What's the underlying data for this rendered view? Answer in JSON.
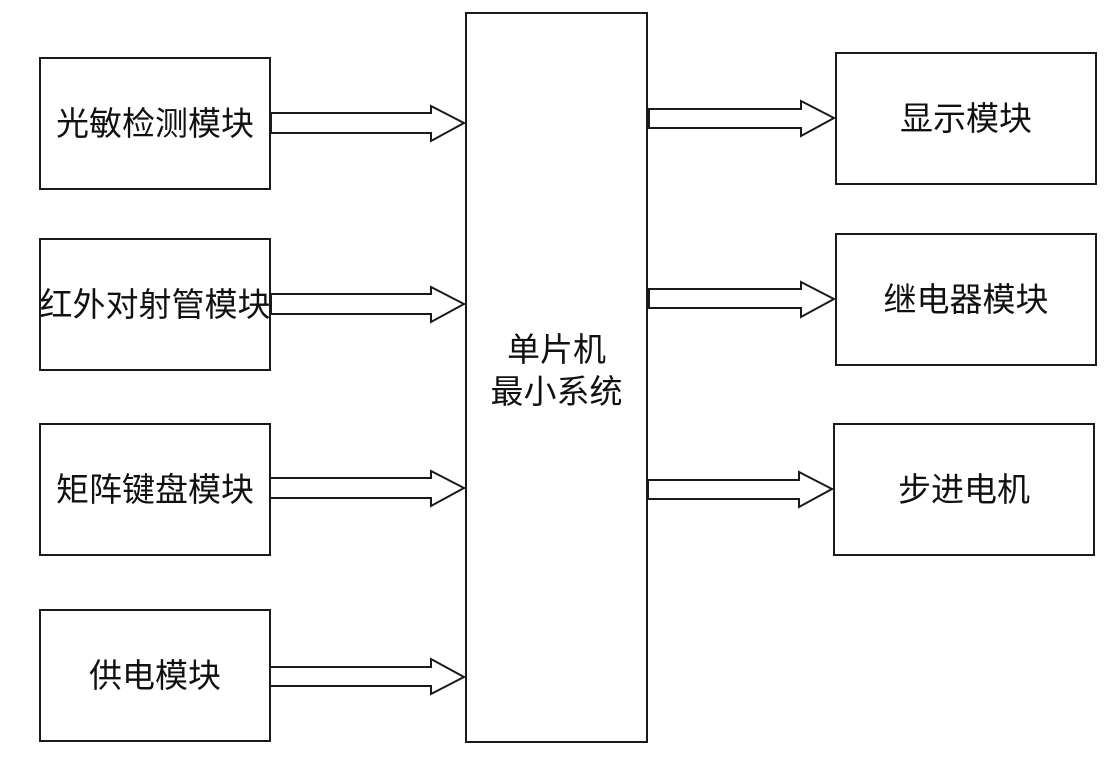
{
  "diagram": {
    "inputs": [
      {
        "label": "光敏检测模块"
      },
      {
        "label": "红外对射管模块"
      },
      {
        "label": "矩阵键盘模块"
      },
      {
        "label": "供电模块"
      }
    ],
    "center": {
      "line1": "单片机",
      "line2": "最小系统"
    },
    "outputs": [
      {
        "label": "显示模块"
      },
      {
        "label": "继电器模块"
      },
      {
        "label": "步进电机"
      }
    ],
    "colors": {
      "stroke": "#1a1a1a",
      "fill": "#ffffff",
      "text": "#111111"
    }
  }
}
